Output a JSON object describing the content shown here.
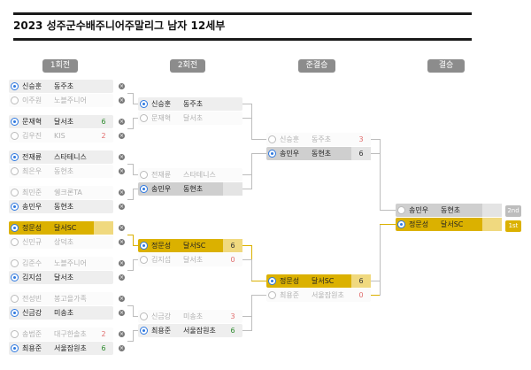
{
  "title": "2023 성주군수배주니어주말리그 남자 12세부",
  "rounds": [
    "1회전",
    "2회전",
    "준결승",
    "결승"
  ],
  "placements": [
    "2nd",
    "1st"
  ],
  "close_glyph": "×",
  "r1": [
    {
      "name": "신승훈",
      "team": "동주초",
      "score": "",
      "win": true
    },
    {
      "name": "이주원",
      "team": "노블주니어",
      "score": "",
      "win": false
    },
    {
      "name": "문재혁",
      "team": "달서초",
      "score": "6",
      "win": true
    },
    {
      "name": "김우진",
      "team": "KIS",
      "score": "2",
      "win": false
    },
    {
      "name": "전재륜",
      "team": "스타테니스",
      "score": "",
      "win": true
    },
    {
      "name": "최은우",
      "team": "동현초",
      "score": "",
      "win": false
    },
    {
      "name": "최민준",
      "team": "쉥크론TA",
      "score": "",
      "win": false
    },
    {
      "name": "송민우",
      "team": "동현초",
      "score": "",
      "win": true
    },
    {
      "name": "정문성",
      "team": "달서SC",
      "score": "",
      "win": true,
      "gold": true
    },
    {
      "name": "신민규",
      "team": "상덕초",
      "score": "",
      "win": false
    },
    {
      "name": "김준수",
      "team": "노블주니어",
      "score": "",
      "win": false
    },
    {
      "name": "김지섭",
      "team": "달서초",
      "score": "",
      "win": true
    },
    {
      "name": "전성빈",
      "team": "봉고을가족",
      "score": "",
      "win": false
    },
    {
      "name": "신금강",
      "team": "미송초",
      "score": "",
      "win": true
    },
    {
      "name": "송범준",
      "team": "대구한솔초",
      "score": "2",
      "win": false
    },
    {
      "name": "최용준",
      "team": "서울잠원초",
      "score": "6",
      "win": true
    }
  ],
  "r2": [
    {
      "name": "신승훈",
      "team": "동주초",
      "score": "",
      "win": true
    },
    {
      "name": "문재혁",
      "team": "달서초",
      "score": "",
      "win": false
    },
    {
      "name": "전재륜",
      "team": "스타테니스",
      "score": "",
      "win": false
    },
    {
      "name": "송민우",
      "team": "동현초",
      "score": "",
      "win": true,
      "grey": true
    },
    {
      "name": "정문성",
      "team": "달서SC",
      "score": "6",
      "win": true,
      "gold": true
    },
    {
      "name": "김지섭",
      "team": "달서초",
      "score": "0",
      "win": false
    },
    {
      "name": "신금강",
      "team": "미송초",
      "score": "3",
      "win": false
    },
    {
      "name": "최용준",
      "team": "서울잠원초",
      "score": "6",
      "win": true
    }
  ],
  "sf": [
    {
      "name": "신승훈",
      "team": "동주초",
      "score": "3",
      "win": false
    },
    {
      "name": "송민우",
      "team": "동현초",
      "score": "6",
      "win": true,
      "grey": true
    },
    {
      "name": "정문성",
      "team": "달서SC",
      "score": "6",
      "win": true,
      "gold": true
    },
    {
      "name": "최용준",
      "team": "서울잠원초",
      "score": "0",
      "win": false
    }
  ],
  "final": [
    {
      "name": "송민우",
      "team": "동현초",
      "score": "",
      "win": false,
      "grey": true
    },
    {
      "name": "정문성",
      "team": "달서SC",
      "score": "",
      "win": true,
      "gold": true
    }
  ]
}
